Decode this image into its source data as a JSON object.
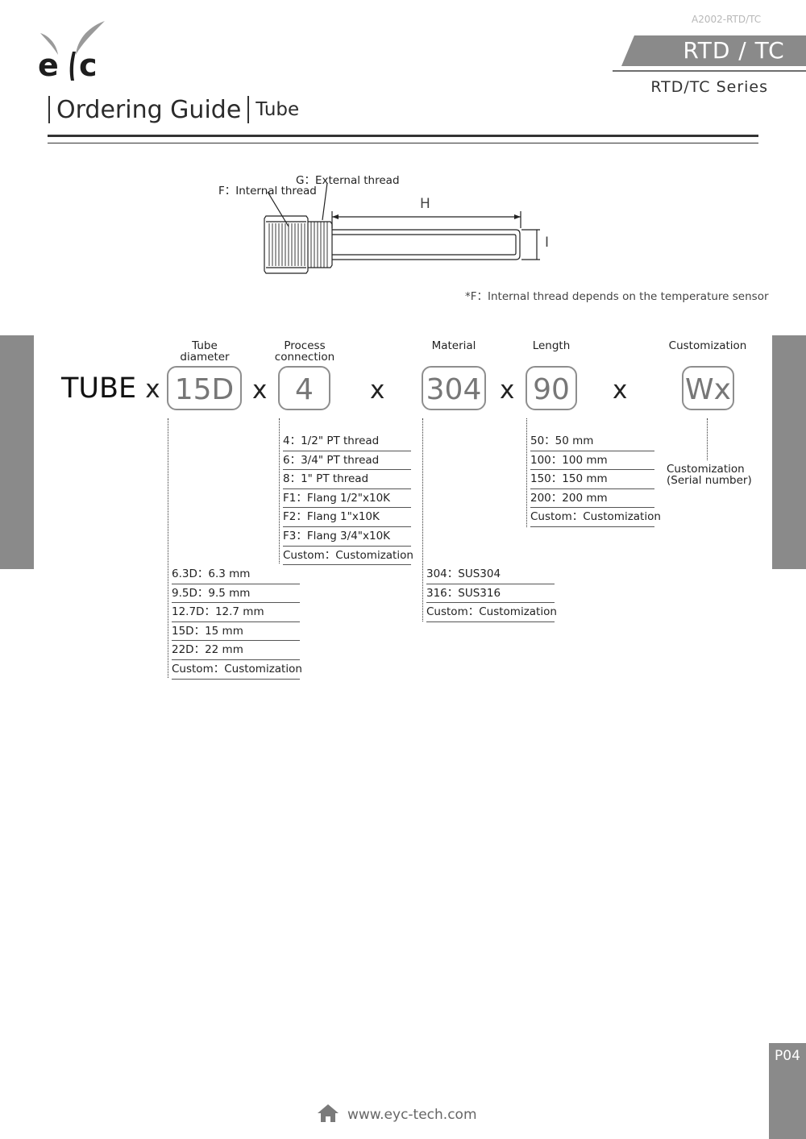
{
  "header": {
    "doc_code": "A2002-RTD/TC",
    "series_banner": "RTD / TC",
    "series_subtitle": "RTD/TC Series",
    "logo_text": "eyc",
    "title": "Ordering Guide",
    "subtitle": "Tube"
  },
  "diagram": {
    "label_internal_thread": "F：Internal thread",
    "label_external_thread": "G：External thread",
    "label_h": "H",
    "label_i": "I",
    "note": "*F：Internal thread depends on the temperature sensor"
  },
  "order_code": {
    "prefix": "TUBE",
    "separator": "x",
    "fields": [
      {
        "heading_line1": "Tube",
        "heading_line2": "diameter",
        "value": "15D",
        "options": [
          "6.3D：6.3 mm",
          "9.5D：9.5 mm",
          "12.7D：12.7 mm",
          "15D：15 mm",
          "22D：22 mm",
          "Custom：Customization"
        ]
      },
      {
        "heading_line1": "Process",
        "heading_line2": "connection",
        "value": "4",
        "options": [
          "4：1/2\" PT thread",
          "6：3/4\" PT thread",
          "8：1\" PT thread",
          "F1：Flang 1/2\"x10K",
          "F2：Flang 1\"x10K",
          "F3：Flang 3/4\"x10K",
          "Custom：Customization"
        ]
      },
      {
        "heading_line1": "",
        "heading_line2": "Material",
        "value": "304",
        "options": [
          "304：SUS304",
          "316：SUS316",
          "Custom：Customization"
        ]
      },
      {
        "heading_line1": "",
        "heading_line2": "Length",
        "value": "90",
        "options": [
          "50：50 mm",
          "100：100 mm",
          "150：150 mm",
          "200：200 mm",
          "Custom：Customization"
        ]
      },
      {
        "heading_line1": "",
        "heading_line2": "Customization",
        "value": "Wx",
        "note_line1": "Customization",
        "note_line2": "(Serial number)"
      }
    ]
  },
  "footer": {
    "page": "P04",
    "url": "www.eyc-tech.com",
    "icon": "home-icon"
  },
  "colors": {
    "banner_gray": "#8a8a8a",
    "box_border": "#8e8e8e",
    "text_dark": "#222222"
  }
}
